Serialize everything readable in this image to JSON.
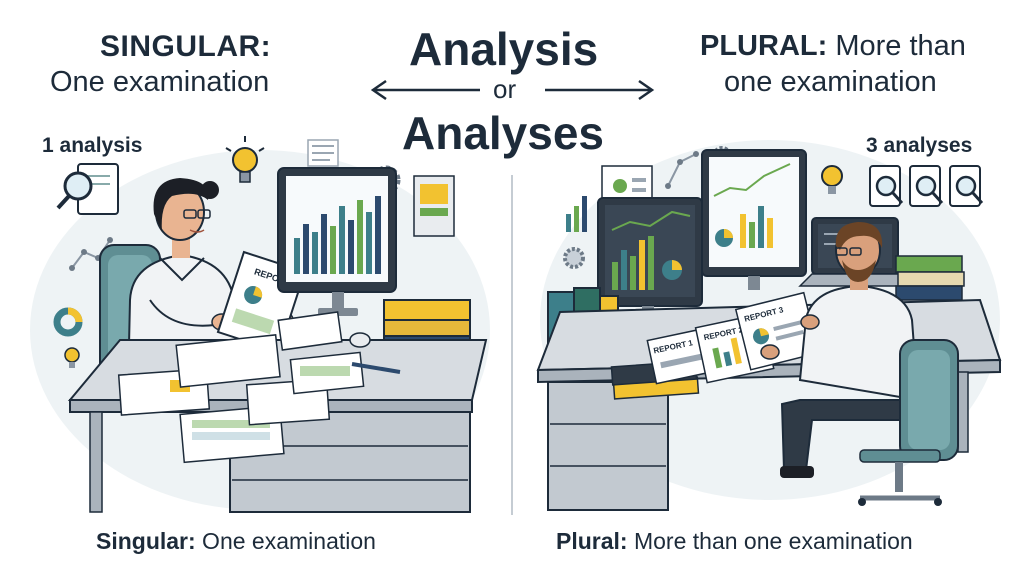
{
  "header": {
    "left_bold": "SINGULAR:",
    "left_sub": "One examination",
    "title_top": "Analysis",
    "title_or": "or",
    "title_bottom": "Analyses",
    "right_bold": "PLURAL:",
    "right_rest": " More than",
    "right_sub": "one examination"
  },
  "counts": {
    "left": "1 analysis",
    "right": "3 analyses"
  },
  "reports": {
    "left": "REPORT 1",
    "right_1": "REPORT 1",
    "right_2": "REPORT 2",
    "right_3": "REPORT 3"
  },
  "footer": {
    "left_bold": "Singular:",
    "left_rest": " One examination",
    "right_bold": "Plural:",
    "right_rest": " More than one examination"
  },
  "colors": {
    "ink": "#1d2b3a",
    "teal": "#3d7f8a",
    "green": "#6aa84f",
    "navy": "#2c4a6e",
    "yellow": "#f2c230",
    "desk": "#c9cfd6"
  }
}
